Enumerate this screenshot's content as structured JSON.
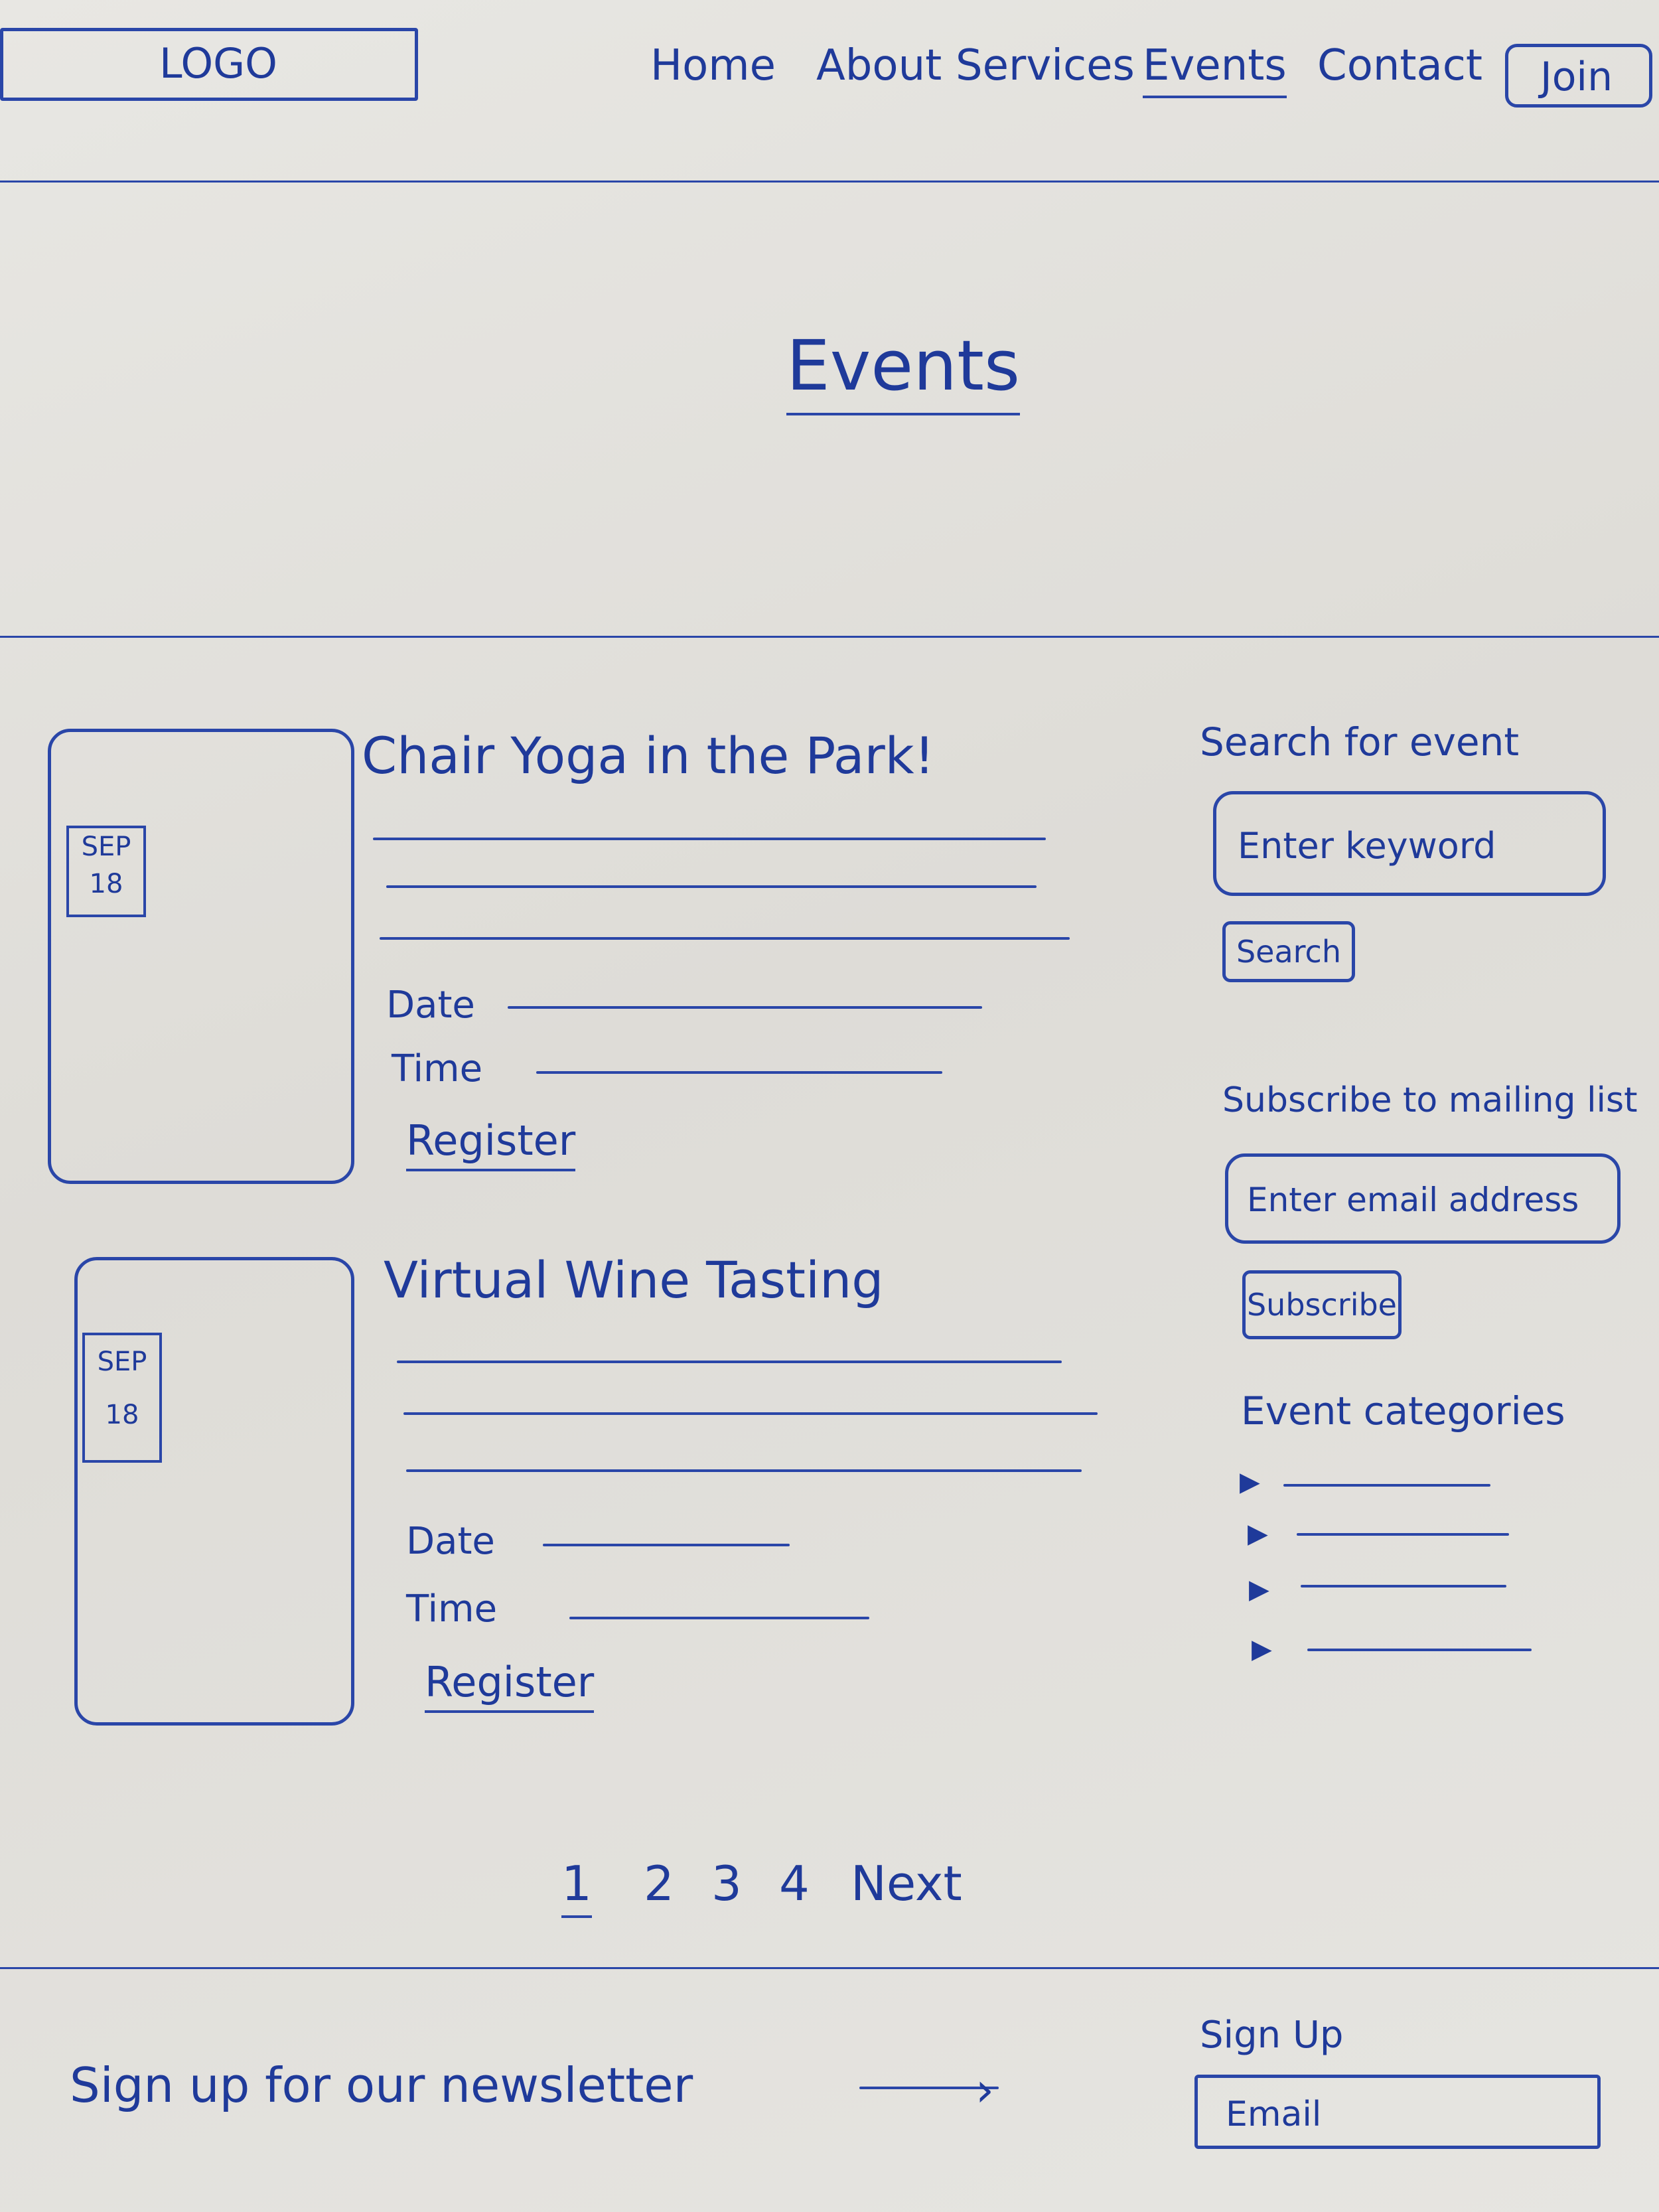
{
  "header": {
    "logo_text": "LOGO",
    "nav": [
      "Home",
      "About",
      "Services",
      "Events",
      "Contact"
    ],
    "active_nav": "Events",
    "join_label": "Join"
  },
  "page_title": "Events",
  "events": [
    {
      "title": "Chair Yoga in the Park!",
      "month": "SEP",
      "day": "18",
      "date_label": "Date",
      "time_label": "Time",
      "register_label": "Register"
    },
    {
      "title": "Virtual Wine Tasting",
      "month": "SEP",
      "day": "18",
      "date_label": "Date",
      "time_label": "Time",
      "register_label": "Register"
    }
  ],
  "sidebar": {
    "search_heading": "Search for event",
    "search_placeholder": "Enter keyword",
    "search_button": "Search",
    "subscribe_heading": "Subscribe to mailing list",
    "email_placeholder": "Enter email address",
    "subscribe_button": "Subscribe",
    "categories_heading": "Event categories",
    "category_bullet": "▶"
  },
  "pagination": {
    "pages": [
      "1",
      "2",
      "3",
      "4"
    ],
    "current": "1",
    "next_label": "Next"
  },
  "footer": {
    "newsletter_text": "Sign up for our newsletter",
    "signup_heading": "Sign Up",
    "email_placeholder": "Email"
  },
  "colors": {
    "ink": "#2a46a8",
    "paper": "#e4e3df"
  }
}
